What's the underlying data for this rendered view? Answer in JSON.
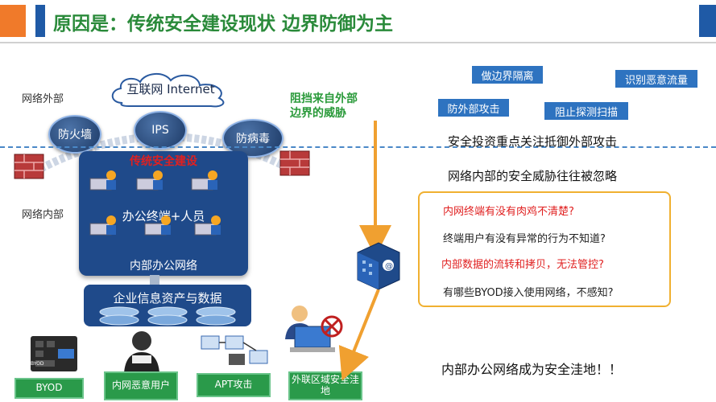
{
  "header": {
    "title": "原因是：传统安全建设现状  边界防御为主"
  },
  "labels": {
    "outside": "网络外部",
    "inside": "网络内部"
  },
  "cloud": {
    "text": "互联网 Internet"
  },
  "bubbles": {
    "firewall": "防火墙",
    "ips": "IPS",
    "antivirus": "防病毒"
  },
  "inner": {
    "red_label": "传统安全建设",
    "center_label": "办公终端+人员",
    "bottom_label": "内部办公网络"
  },
  "data_box": {
    "label": "企业信息资产与数据"
  },
  "bottom": {
    "byod": "BYOD",
    "byod_key": "BYOD",
    "insider": "内网恶意用户",
    "apt": "APT攻击",
    "external": "外联区域安全洼地"
  },
  "arrow_note": {
    "line1": "阻挡来自外部",
    "line2": "边界的威胁"
  },
  "tags": {
    "border_isolation": "做边界隔离",
    "malicious_traffic": "识别恶意流量",
    "defend_external": "防外部攻击",
    "block_scan": "阻止探测扫描"
  },
  "right": {
    "investment": "安全投资重点关注抵御外部攻击",
    "ignored": "网络内部的安全威胁往往被忽略",
    "q1": "内网终端有没有肉鸡不清楚?",
    "q2": "终端用户有没有异常的行为不知道?",
    "q3": "内部数据的流转和拷贝，无法管控?",
    "q4": "有哪些BYOD接入使用网络，不感知?",
    "conclusion": "内部办公网络成为安全洼地！！"
  },
  "colors": {
    "title_green": "#2a8a3a",
    "accent_orange": "#f07a2a",
    "accent_blue": "#1f5aa6",
    "alert_red": "#e02020",
    "box_orange": "#f0b030"
  }
}
